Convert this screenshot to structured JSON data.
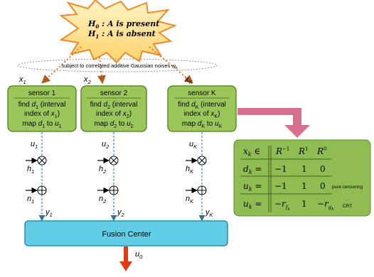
{
  "starburst": {
    "h0": "H",
    "h0_sub": "0",
    "h0_text": " : A is present",
    "h1": "H",
    "h1_sub": "1",
    "h1_text": " : A is absent"
  },
  "noise_label": "subject to correlated additive Gaussian noises w",
  "noise_sub": "k",
  "sensors": [
    {
      "x_var": "x",
      "x_sub": "1",
      "title": "sensor 1",
      "line1a": "find ",
      "d": "d",
      "d_sub": "1",
      "line1b": " (interval",
      "line2a": "index of ",
      "x2": "x",
      "x2_sub": "1",
      "line2b": ")",
      "line3a": "map ",
      "d3": "d",
      "d3_sub": "1",
      "line3b": " to ",
      "u3": "u",
      "u3_sub": "1",
      "u": "u",
      "u_sub": "1",
      "h": "h",
      "h_sub": "1",
      "n": "n",
      "n_sub": "1",
      "y": "y",
      "y_sub": "1"
    },
    {
      "x_var": "x",
      "x_sub": "2",
      "title": "sensor 2",
      "line1a": "find ",
      "d": "d",
      "d_sub": "2",
      "line1b": " (interval",
      "line2a": "index of ",
      "x2": "x",
      "x2_sub": "2",
      "line2b": ")",
      "line3a": "map ",
      "d3": "d",
      "d3_sub": "2",
      "line3b": " to ",
      "u3": "u",
      "u3_sub": "2",
      "u": "u",
      "u_sub": "2",
      "h": "h",
      "h_sub": "2",
      "n": "n",
      "n_sub": "2",
      "y": "y",
      "y_sub": "2"
    },
    {
      "x_var": "x",
      "x_sub": "K",
      "title": "sensor K",
      "line1a": "find ",
      "d": "d",
      "d_sub": "K",
      "line1b": " (interval",
      "line2a": "index of ",
      "x2": "x",
      "x2_sub": "K",
      "line2b": ")",
      "line3a": "map ",
      "d3": "d",
      "d3_sub": "K",
      "line3b": " to ",
      "u3": "u",
      "u3_sub": "K",
      "u": "u",
      "u_sub": "K",
      "h": "h",
      "h_sub": "K",
      "n": "n",
      "n_sub": "K",
      "y": "y",
      "y_sub": "K"
    }
  ],
  "fusion_center": "Fusion Center",
  "output": {
    "u": "u",
    "u_sub": "0"
  },
  "table": {
    "header": {
      "x": "x",
      "x_sub": "k",
      "in": " ∈",
      "c1": "R",
      "c1_sup": "−1",
      "c2": "R",
      "c2_sup": "1",
      "c3": "R",
      "c3_sup": "0"
    },
    "row_d": {
      "lhs": "d",
      "lhs_sub": "k",
      "eq": " =",
      "v1": "−1",
      "v2": "1",
      "v3": "0"
    },
    "row_u1": {
      "lhs": "u",
      "lhs_sub": "k",
      "eq": " =",
      "v1": "−1",
      "v2": "1",
      "v3": "0",
      "note": "pure censoring"
    },
    "row_u2": {
      "lhs": "u",
      "lhs_sub": "k",
      "eq": " =",
      "v1": "−r",
      "v1_sub": "f",
      "v1_subsub": "k",
      "v2": "1",
      "v3": "−r",
      "v3_sub": "g",
      "v3_subsub": "k",
      "note": "CRT"
    }
  },
  "colors": {
    "sensor_fill": "#9bc75a",
    "sensor_stroke": "#5e8a2a",
    "fusion_fill": "#62cde6",
    "fusion_stroke": "#2a8fae",
    "table_fill": "#8fbd52",
    "star_fill": "#ffe28a",
    "star_stroke": "#f08a2a",
    "bend_arrow": "#d9708f",
    "output_arrow": "#e23b14",
    "dotted_orange": "#d9772a",
    "dotted_blue": "#6fa3c9"
  }
}
